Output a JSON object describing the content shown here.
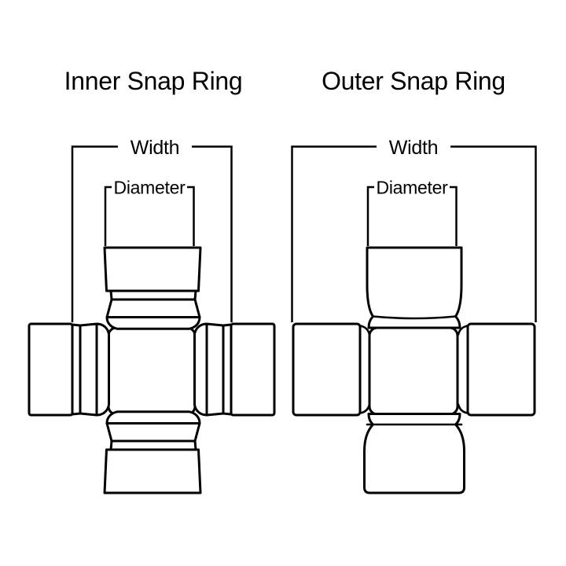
{
  "figure": {
    "description": "Universal joint snap ring style comparison diagram",
    "diagrams": [
      {
        "id": "inner",
        "title": "Inner Snap Ring",
        "width_label": "Width",
        "diameter_label": "Diameter"
      },
      {
        "id": "outer",
        "title": "Outer Snap Ring",
        "width_label": "Width",
        "diameter_label": "Diameter"
      }
    ]
  },
  "colors": {
    "line": "#000000",
    "text": "#000000",
    "background": "#ffffff"
  }
}
